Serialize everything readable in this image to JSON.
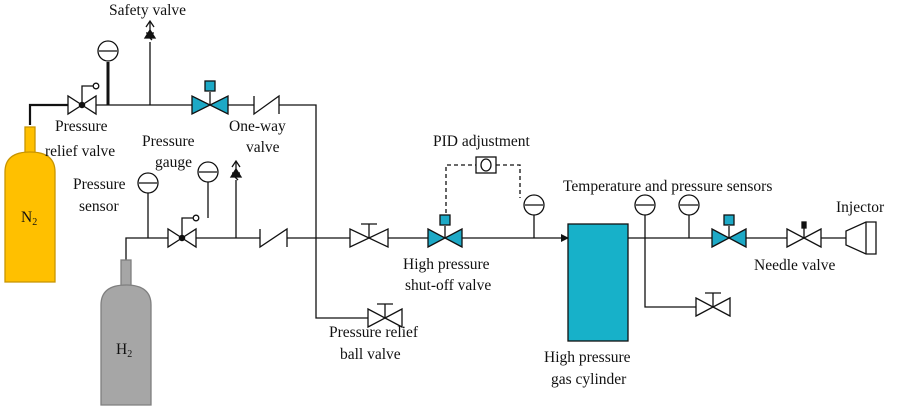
{
  "labels": {
    "safety_valve": "Safety valve",
    "pressure_relief_valve_line1": "Pressure",
    "pressure_relief_valve_line2": "relief  valve",
    "pressure_gauge_line1": "Pressure",
    "pressure_gauge_line2": "gauge",
    "one_way_valve_line1": "One-way",
    "one_way_valve_line2": "valve",
    "pressure_sensor_line1": "Pressure",
    "pressure_sensor_line2": "sensor",
    "pid_adjustment": "PID  adjustment",
    "temperature_pressure_sensors": "Temperature  and pressure sensors",
    "injector": "Injector",
    "high_pressure_shutoff_line1": "High pressure",
    "high_pressure_shutoff_line2": "shut-off valve",
    "needle_valve": "Needle valve",
    "pressure_relief_ball_line1": "Pressure relief",
    "pressure_relief_ball_line2": "ball valve",
    "high_pressure_cylinder_line1": "High pressure",
    "high_pressure_cylinder_line2": "gas cylinder"
  },
  "cylinders": {
    "n2": {
      "symbol": "N",
      "subscript": "2"
    },
    "h2": {
      "symbol": "H",
      "subscript": "2"
    }
  },
  "colors": {
    "line": "#111111",
    "n2_cylinder": "#FFC000",
    "h2_cylinder": "#A6A6A6",
    "solenoid_valve": "#1DA9C6",
    "high_pressure_cylinder": "#17B1C9"
  }
}
